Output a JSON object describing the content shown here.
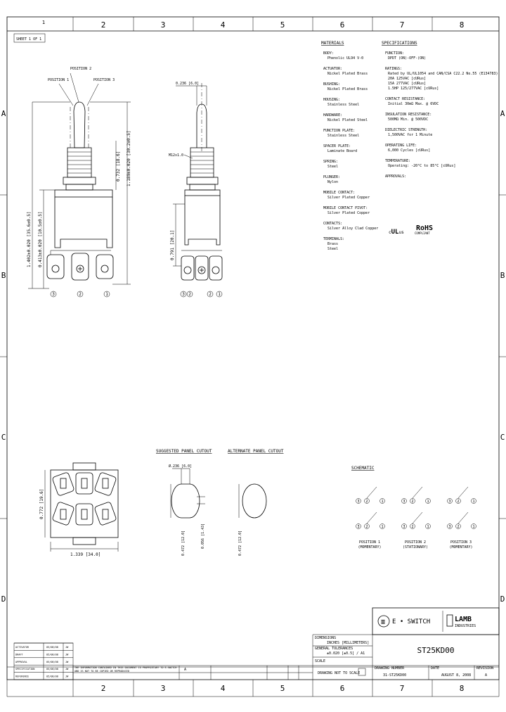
{
  "grid": {
    "columns": [
      "1",
      "2",
      "3",
      "4",
      "5",
      "6",
      "7",
      "8"
    ],
    "rows": [
      "A",
      "B",
      "C",
      "D"
    ]
  },
  "sheet": "SHEET 1 OF 1",
  "side_view": {
    "position_2": "POSITION 2",
    "position_1_left": "POSITION 1",
    "position_3_right": "POSITION 3",
    "dim_vertical_1": "1.402±0.020 [35.6±0.5]",
    "dim_vertical_2": "0.413±0.020 [10.5±0.5]",
    "dim_right_1": "0.732 [18.6]",
    "dim_right_2": "1.189±0.020 [30.2±0.5]",
    "terminals": [
      "3",
      "2",
      "1"
    ]
  },
  "front_view": {
    "thread": "0.236 [6.0]",
    "bushing_label": "M12x1.0",
    "dim_height": "0.791 [20.1]",
    "terminals": [
      "3",
      "2",
      "2",
      "1"
    ]
  },
  "materials": {
    "heading": "MATERIALS",
    "items": [
      {
        "label": "BODY:",
        "value": "Phenolic UL94 V-0"
      },
      {
        "label": "ACTUATOR:",
        "value": "Nickel Plated Brass"
      },
      {
        "label": "BUSHING:",
        "value": "Nickel Plated Brass"
      },
      {
        "label": "HOUSING:",
        "value": "Stainless Steel"
      },
      {
        "label": "HARDWARE:",
        "value": "Nickel Plated Steel"
      },
      {
        "label": "FUNCTION PLATE:",
        "value": "Stainless Steel"
      },
      {
        "label": "SPACER PLATE:",
        "value": "Laminate Board"
      },
      {
        "label": "SPRING:",
        "value": "Steel"
      },
      {
        "label": "PLUNGER:",
        "value": "Nylon"
      },
      {
        "label": "MOBILE CONTACT:",
        "value": "Silver Plated Copper"
      },
      {
        "label": "MOBILE CONTACT PIVOT:",
        "value": "Silver Plated Copper"
      },
      {
        "label": "CONTACTS:",
        "value": "Silver Alloy Clad Copper"
      },
      {
        "label": "TERMINALS:",
        "value": "Brass\nSteel"
      }
    ]
  },
  "specifications": {
    "heading": "SPECIFICATIONS",
    "items": [
      {
        "label": "FUNCTION:",
        "value": "DPDT (ON)-OFF-(ON)"
      },
      {
        "label": "RATINGS:",
        "value": "Rated by UL/UL1054 and CAN/CSA C22.2 No.55 (E134783)\n20A 125VAC [cURus]\n15A 277VAC [cURus]\n1.5HP 125/277VAC [cURus]"
      },
      {
        "label": "CONTACT RESISTANCE:",
        "value": "Initial 30mΩ Max. @ 6VDC"
      },
      {
        "label": "INSULATION RESISTANCE:",
        "value": "500MΩ Min. @ 500VDC"
      },
      {
        "label": "DIELECTRIC STRENGTH:",
        "value": "1,500VAC for 1 Minute"
      },
      {
        "label": "OPERATING LIFE:",
        "value": "6,000 Cycles [cURus]"
      },
      {
        "label": "TEMPERATURE:",
        "value": "Operating: -20°C to 85°C [cURus]"
      },
      {
        "label": "APPROVALS:",
        "value": ""
      }
    ],
    "rohs": "RoHS",
    "compliant": "COMPLIANT"
  },
  "bottom_view": {
    "dim_width": "1.339 [34.0]",
    "dim_height": "0.772 [19.6]"
  },
  "cutout": {
    "suggested": "SUGGESTED PANEL CUTOUT",
    "alternate": "ALTERNATE PANEL CUTOUT",
    "dia": "Ø.236 [6.0]",
    "height1": "0.472 [12.0]",
    "flat": "0.056 [1.43]",
    "height2": "0.472 [12.0]"
  },
  "schematic": {
    "heading": "SCHEMATIC",
    "top_nums": [
      "3",
      "2",
      "1",
      "3",
      "2",
      "1",
      "3",
      "2",
      "1"
    ],
    "bot_nums": [
      "3",
      "2",
      "1",
      "3",
      "2",
      "1",
      "3",
      "2",
      "1"
    ],
    "pos1": "POSITION 1\n(MOMENTARY)",
    "pos2": "POSITION 2\n(STATIONARY)",
    "pos3": "POSITION 3\n(MOMENTARY)"
  },
  "title_block": {
    "eswitch": "E • SWITCH",
    "lamb": "LAMB",
    "industries": "INDUSTRIES",
    "dim_units_label": "DIMENSIONS",
    "dim_units": "INCHES [MILLIMETERS]",
    "tol_label": "GENERAL TOLERANCES",
    "tol": "±0.020 [±0.5] / A1",
    "scale_label": "SCALE",
    "scale": "DRAWING NOT TO SCALE",
    "part_number": "ST25KD00",
    "drawing_label": "DRAWING NUMBER",
    "drawing_number": "31-ST25KD00",
    "date_label": "DATE",
    "date": "AUGUST 8, 2008",
    "rev_label": "REVISION",
    "rev": "A",
    "notice": "THE INFORMATION CONTAINED IN THIS DOCUMENT IS PROPRIETARY TO E-SWITCH AND IS NOT TO BE COPIED OR REPRODUCED",
    "notes_rev": "A",
    "sign_rows": [
      {
        "role": "ACTIVATOR",
        "date": "05/08/08",
        "init": "JW"
      },
      {
        "role": "DRAFT",
        "date": "05/08/08",
        "init": "JW"
      },
      {
        "role": "APPROVAL",
        "date": "05/08/08",
        "init": "JW"
      },
      {
        "role": "SPECIFICATION",
        "date": "05/08/08",
        "init": "JW"
      },
      {
        "role": "REFERENCE",
        "date": "05/08/08",
        "init": "JW"
      }
    ]
  }
}
